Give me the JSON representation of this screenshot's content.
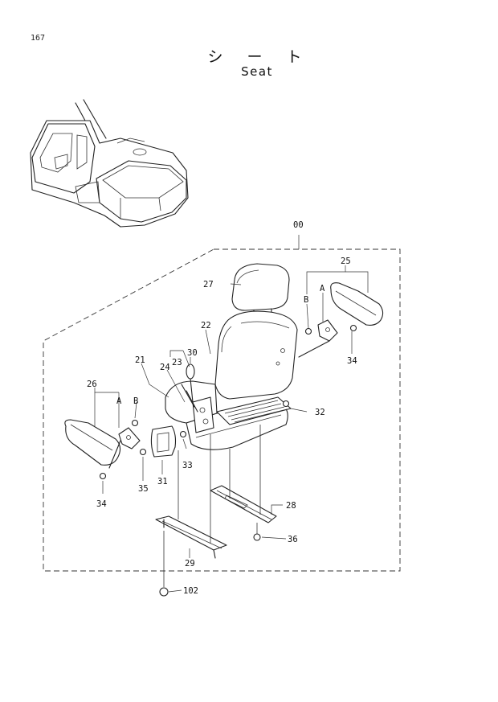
{
  "page_number": "167",
  "title_jp": "シート",
  "title_en": "Seat",
  "callouts": [
    {
      "id": "assembly",
      "text": "00"
    },
    {
      "id": "headrest",
      "text": "27"
    },
    {
      "id": "armrest-right",
      "text": "25"
    },
    {
      "id": "right-a",
      "text": "A"
    },
    {
      "id": "right-b",
      "text": "B"
    },
    {
      "id": "right-bolt",
      "text": "34"
    },
    {
      "id": "seat-back",
      "text": "22"
    },
    {
      "id": "lever-23",
      "text": "23"
    },
    {
      "id": "knob-30",
      "text": "30"
    },
    {
      "id": "lever-24",
      "text": "24"
    },
    {
      "id": "cushion",
      "text": "21"
    },
    {
      "id": "armrest-left",
      "text": "26"
    },
    {
      "id": "left-a",
      "text": "A"
    },
    {
      "id": "left-b",
      "text": "B"
    },
    {
      "id": "bolt-32",
      "text": "32"
    },
    {
      "id": "bolt-33",
      "text": "33"
    },
    {
      "id": "cover-31",
      "text": "31"
    },
    {
      "id": "bolt-35",
      "text": "35"
    },
    {
      "id": "left-bolt",
      "text": "34"
    },
    {
      "id": "rail-28",
      "text": "28"
    },
    {
      "id": "bolt-36",
      "text": "36"
    },
    {
      "id": "rail-29",
      "text": "29"
    },
    {
      "id": "bolt-102",
      "text": "102"
    }
  ]
}
